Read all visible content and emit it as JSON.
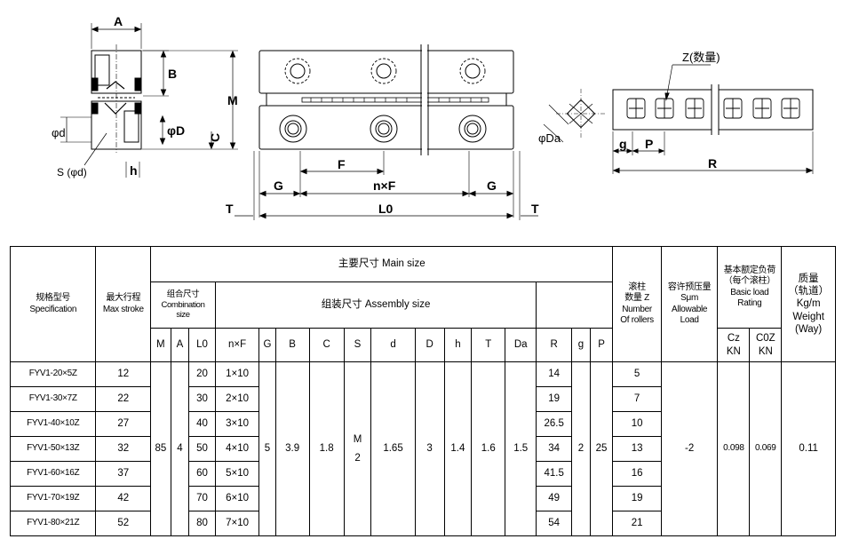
{
  "drawing_labels": {
    "A": "A",
    "B": "B",
    "M": "M",
    "phi_d": "φd",
    "phi_D": "φD",
    "C": "C",
    "S": "S (φd)",
    "h": "h",
    "F": "F",
    "G_left": "G",
    "nF": "n×F",
    "G_right": "G",
    "T_left": "T",
    "L0": "L0",
    "T_right": "T",
    "phi_Da": "φDa",
    "Z": "Z(数量)",
    "g": "g",
    "P": "P",
    "R": "R"
  },
  "table": {
    "spec_header": [
      "规格型号",
      "Specification"
    ],
    "stroke_header": [
      "最大行程",
      "Max stroke"
    ],
    "main_size": "主要尺寸 Main size",
    "combination_size": [
      "组合尺寸",
      "Combination",
      "size"
    ],
    "assembly_size": "组装尺寸  Assembly size",
    "roller_count": [
      "滚柱",
      "数量 Z",
      "Number",
      "Of rollers"
    ],
    "preload": [
      "容许预压量",
      "Sμm",
      "Allowable",
      "Load"
    ],
    "load_rating": [
      "基本额定负荷",
      "（每个滚柱）",
      "Basic load Rating"
    ],
    "weight": [
      "质量",
      "（轨道）",
      "Kg/m",
      "Weight",
      "(Way)"
    ],
    "columns": [
      "M",
      "A",
      "L0",
      "n×F",
      "G",
      "B",
      "C",
      "S",
      "d",
      "D",
      "h",
      "T",
      "Da",
      "R",
      "g",
      "P"
    ],
    "cz_header": [
      "Cz",
      "KN"
    ],
    "c0z_header": [
      "C0Z",
      "KN"
    ],
    "rows": [
      {
        "spec": "FYV1-20×5Z",
        "stroke": "12",
        "L0": "20",
        "nF": "1×10",
        "R": "14",
        "Z": "5"
      },
      {
        "spec": "FYV1-30×7Z",
        "stroke": "22",
        "L0": "30",
        "nF": "2×10",
        "R": "19",
        "Z": "7"
      },
      {
        "spec": "FYV1-40×10Z",
        "stroke": "27",
        "L0": "40",
        "nF": "3×10",
        "R": "26.5",
        "Z": "10"
      },
      {
        "spec": "FYV1-50×13Z",
        "stroke": "32",
        "L0": "50",
        "nF": "4×10",
        "R": "34",
        "Z": "13"
      },
      {
        "spec": "FYV1-60×16Z",
        "stroke": "37",
        "L0": "60",
        "nF": "5×10",
        "R": "41.5",
        "Z": "16"
      },
      {
        "spec": "FYV1-70×19Z",
        "stroke": "42",
        "L0": "70",
        "nF": "6×10",
        "R": "49",
        "Z": "19"
      },
      {
        "spec": "FYV1-80×21Z",
        "stroke": "52",
        "L0": "80",
        "nF": "7×10",
        "R": "54",
        "Z": "21"
      }
    ],
    "common": {
      "M": "85",
      "A": "4",
      "G": "5",
      "B": "3.9",
      "C": "1.8",
      "S": [
        "M",
        "2"
      ],
      "d": "1.65",
      "D": "3",
      "h": "1.4",
      "T": "1.6",
      "Da": "1.5",
      "g": "2",
      "P": "25",
      "preload": "-2",
      "Cz": "0.098",
      "C0z": "0.069",
      "weight": "0.11"
    }
  }
}
